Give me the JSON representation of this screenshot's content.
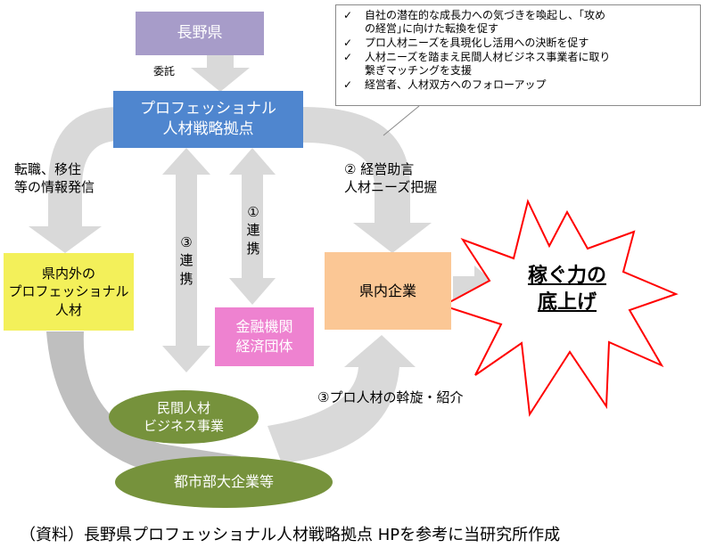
{
  "boxes": {
    "nagano": "長野県",
    "strategy_base": "プロフェッショナル\n人材戦略拠点",
    "professionals": "県内外の\nプロフェッショナル\n人材",
    "finance": "金融機関\n経済団体",
    "companies": "県内企業",
    "private_hr": "民間人材\nビジネス事業",
    "urban_corps": "都市部大企業等"
  },
  "labels": {
    "commission": "委託",
    "info": "転職、移住\n等の情報発信",
    "coop1": "①\n連\n携",
    "coop3": "③\n連\n携",
    "advice": "②  経営助言\n      人材ニーズ把握",
    "mediation": "③プロ人材の斡旋・紹介"
  },
  "callout_items": [
    "自社の潜在的な成長力への気づきを喚起し、｢攻め\nの経営｣に向けた転換を促す",
    "プロ人材ニーズを具現化し活用への決断を促す",
    "人材ニーズを踏まえ民間人材ビジネス事業者に取り\n繋ぎマッチングを支援",
    "経営者、人材双方へのフォローアップ"
  ],
  "check_glyph": "✓",
  "burst": "稼ぐ力の\n底上げ",
  "source": "（資料）長野県プロフェッショナル人材戦略拠点 HPを参考に当研究所作成",
  "colors": {
    "nagano": "#a79cc9",
    "strategy_base": "#4f86cf",
    "professionals": "#f3f05a",
    "finance": "#ee82d0",
    "companies": "#fbc795",
    "ellipse": "#76923c",
    "arrow": "#d9d9d9",
    "burst_stroke": "#ff0000"
  }
}
